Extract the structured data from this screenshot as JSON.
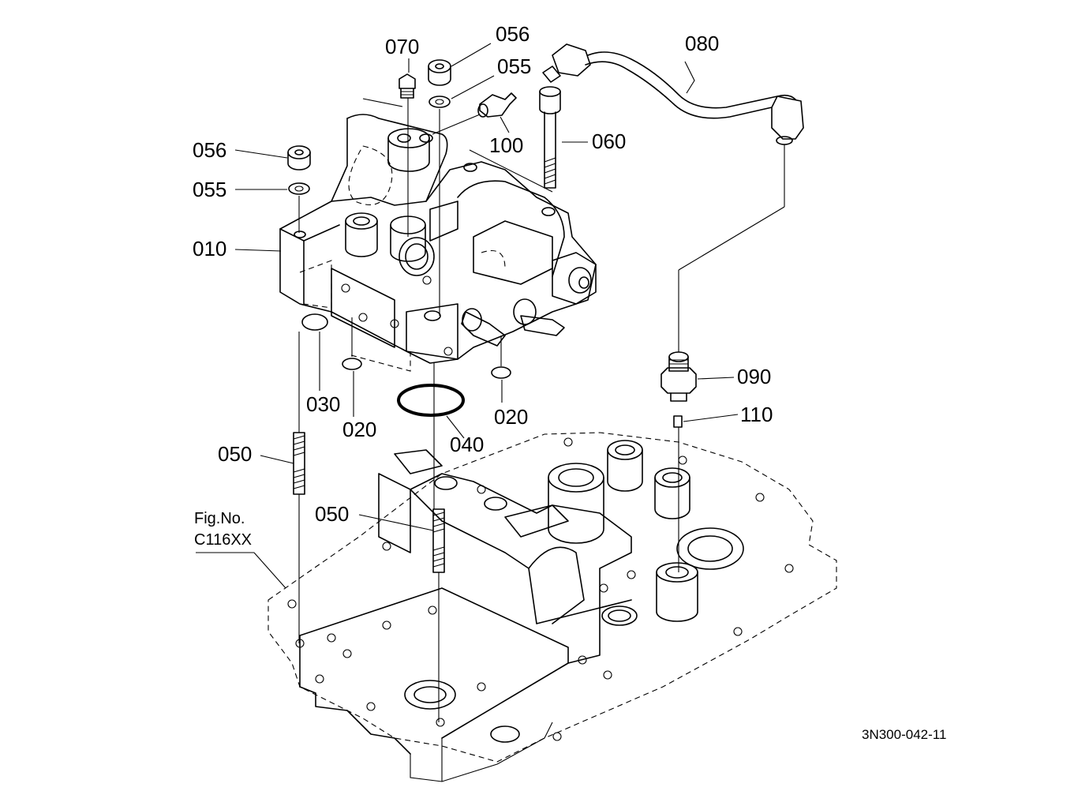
{
  "parts": [
    {
      "id": "p070",
      "label": "070"
    },
    {
      "id": "p056a",
      "label": "056"
    },
    {
      "id": "p055a",
      "label": "055"
    },
    {
      "id": "p080",
      "label": "080"
    },
    {
      "id": "p100",
      "label": "100"
    },
    {
      "id": "p060",
      "label": "060"
    },
    {
      "id": "p056b",
      "label": "056"
    },
    {
      "id": "p055b",
      "label": "055"
    },
    {
      "id": "p010",
      "label": "010"
    },
    {
      "id": "p090",
      "label": "090"
    },
    {
      "id": "p110",
      "label": "110"
    },
    {
      "id": "p030",
      "label": "030"
    },
    {
      "id": "p020a",
      "label": "020"
    },
    {
      "id": "p020b",
      "label": "020"
    },
    {
      "id": "p040",
      "label": "040"
    },
    {
      "id": "p050a",
      "label": "050"
    },
    {
      "id": "p050b",
      "label": "050"
    }
  ],
  "reference": {
    "line1": "Fig.No.",
    "line2": "C116XX"
  },
  "drawing_code": "3N300-042-11"
}
